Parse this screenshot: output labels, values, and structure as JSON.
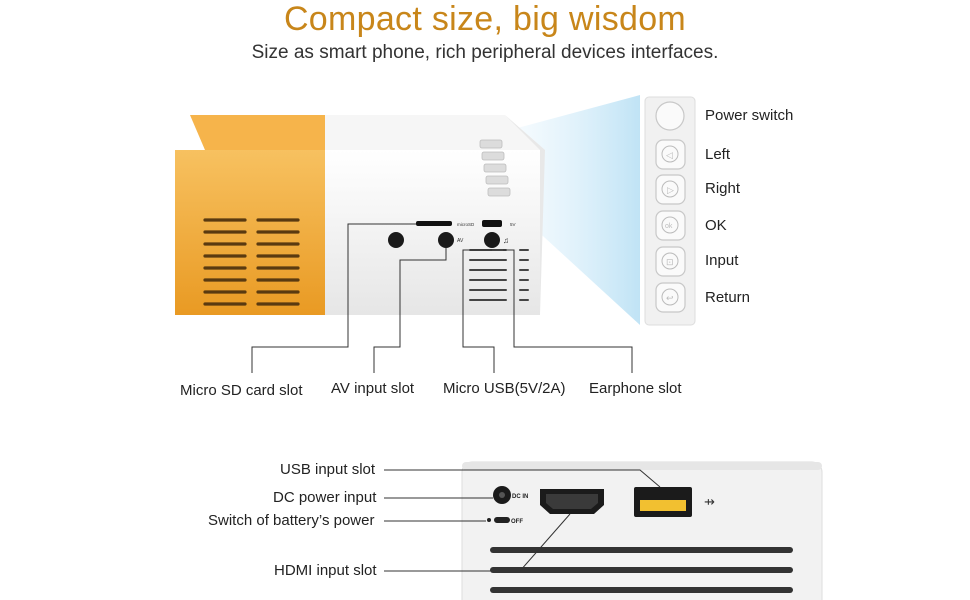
{
  "header": {
    "title": "Compact size, big wisdom",
    "subtitle": "Size as smart phone, rich peripheral devices interfaces."
  },
  "device_panel_labels": {
    "microsd": "microSD",
    "dc5v": "5V",
    "av": "AV",
    "dc_in": "DC IN",
    "off": "OFF"
  },
  "button_panel": [
    {
      "label": "Power switch",
      "icon": "power-icon"
    },
    {
      "label": "Left",
      "icon": "left-arrow-icon"
    },
    {
      "label": "Right",
      "icon": "right-arrow-icon"
    },
    {
      "label": "OK",
      "icon": "ok-icon"
    },
    {
      "label": "Input",
      "icon": "input-icon"
    },
    {
      "label": "Return",
      "icon": "return-icon"
    }
  ],
  "side_ports": {
    "microsd": "Micro SD card slot",
    "av": "AV input slot",
    "microusb": "Micro USB(5V/2A)",
    "earphone": "Earphone slot"
  },
  "rear_ports": {
    "usb": "USB input slot",
    "dc": "DC power input",
    "battery": "Switch of battery’s power",
    "hdmi": "HDMI input slot"
  },
  "colors": {
    "title": "#c8861a",
    "body_orange": "#f2a83a",
    "body_white": "#f4f4f4",
    "beam": "#bfe3f5"
  }
}
